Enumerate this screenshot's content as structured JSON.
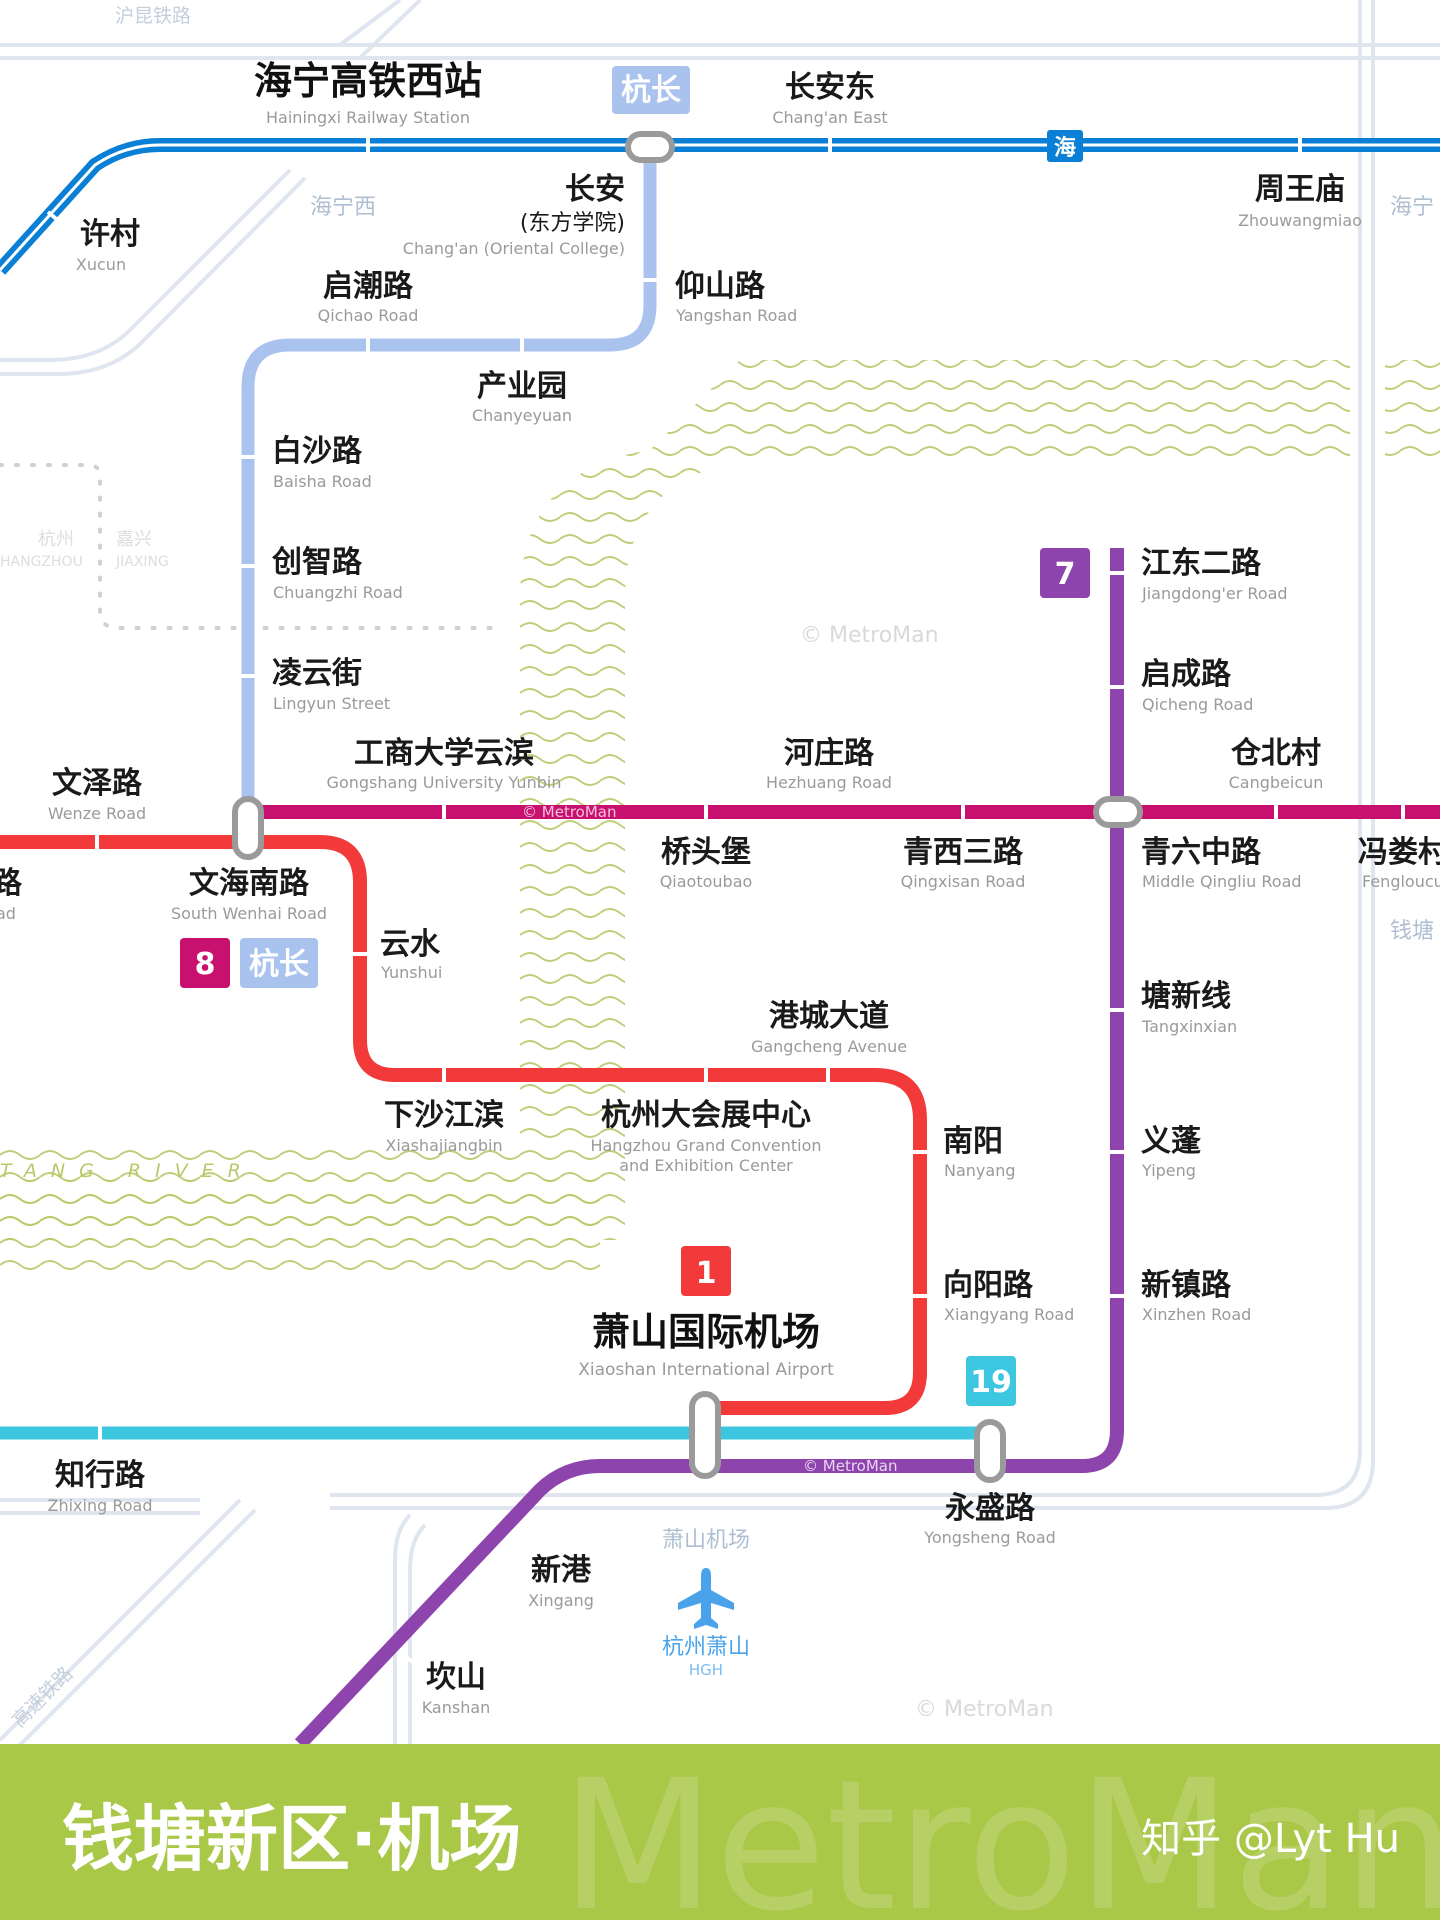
{
  "title": "钱塘新区·机场",
  "credit": "知乎 @Lyt Hu",
  "watermark": "© MetroMan",
  "footer_watermark": "MetroMan",
  "colors": {
    "line1": "#f23a3a",
    "line7": "#8e44ad",
    "line8": "#c8106e",
    "line19": "#3cc6e0",
    "hangchang": "#a9c3ee",
    "haining": "#0a7fd6",
    "rail": "#d8e2ee",
    "water": "#b9c96a",
    "footer": "#a9c848"
  },
  "rail_labels": {
    "huokun": "沪昆铁路",
    "haining_west": "海宁西",
    "hai_right": "海宁",
    "qiantang_right": "钱塘",
    "hangzhou_zh": "杭州",
    "hangzhou_en": "HANGZHOU",
    "jiaxing_zh": "嘉兴",
    "jiaxing_en": "JIAXING",
    "bottom_left_rail": "高速铁路"
  },
  "river_label": "TANG RIVER",
  "badges": {
    "hangchang_top": "杭长",
    "hai": "海",
    "line7": "7",
    "line8": "8",
    "hangchang_mid": "杭长",
    "line1": "1",
    "line19": "19"
  },
  "stations": {
    "hainingxi": {
      "zh": "海宁高铁西站",
      "en": "Hainingxi Railway Station"
    },
    "changandong": {
      "zh": "长安东",
      "en": "Chang'an East"
    },
    "zhouwangmiao": {
      "zh": "周王庙",
      "en": "Zhouwangmiao"
    },
    "xucun": {
      "zh": "许村",
      "en": "Xucun"
    },
    "changan": {
      "zh": "长安",
      "zh2": "(东方学院)",
      "en": "Chang'an (Oriental College)"
    },
    "qichao": {
      "zh": "启潮路",
      "en": "Qichao Road"
    },
    "yangshan": {
      "zh": "仰山路",
      "en": "Yangshan Road"
    },
    "chanyeyuan": {
      "zh": "产业园",
      "en": "Chanyeyuan"
    },
    "baisha": {
      "zh": "白沙路",
      "en": "Baisha Road"
    },
    "chuangzhi": {
      "zh": "创智路",
      "en": "Chuangzhi Road"
    },
    "lingyun": {
      "zh": "凌云街",
      "en": "Lingyun Street"
    },
    "gongshang": {
      "zh": "工商大学云滨",
      "en": "Gongshang University Yunbin"
    },
    "hezhuang": {
      "zh": "河庄路",
      "en": "Hezhuang Road"
    },
    "cangbeicun": {
      "zh": "仓北村",
      "en": "Cangbeicun"
    },
    "jiangdong2": {
      "zh": "江东二路",
      "en": "Jiangdong'er Road"
    },
    "qicheng": {
      "zh": "启成路",
      "en": "Qicheng Road"
    },
    "wenze": {
      "zh": "文泽路",
      "en": "Wenze Road"
    },
    "wenhainan": {
      "zh": "文海南路",
      "en": "South Wenhai Road"
    },
    "left_cut": {
      "zh": "路",
      "en": "ad"
    },
    "yunshui": {
      "zh": "云水",
      "en": "Yunshui"
    },
    "qiaotoubao": {
      "zh": "桥头堡",
      "en": "Qiaotoubao"
    },
    "qingxisan": {
      "zh": "青西三路",
      "en": "Qingxisan Road"
    },
    "qingliu": {
      "zh": "青六中路",
      "en": "Middle Qingliu Road"
    },
    "fengloucun": {
      "zh": "冯娄村",
      "en": "Fengloucun"
    },
    "gangcheng": {
      "zh": "港城大道",
      "en": "Gangcheng Avenue"
    },
    "tangxinxian": {
      "zh": "塘新线",
      "en": "Tangxinxian"
    },
    "xiasha": {
      "zh": "下沙江滨",
      "en": "Xiashajiangbin"
    },
    "huizhan": {
      "zh": "杭州大会展中心",
      "en": "Hangzhou Grand Convention",
      "en2": "and Exhibition Center"
    },
    "nanyang": {
      "zh": "南阳",
      "en": "Nanyang"
    },
    "yipeng": {
      "zh": "义蓬",
      "en": "Yipeng"
    },
    "xiangyang": {
      "zh": "向阳路",
      "en": "Xiangyang Road"
    },
    "xinzhen": {
      "zh": "新镇路",
      "en": "Xinzhen Road"
    },
    "airport": {
      "zh": "萧山国际机场",
      "en": "Xiaoshan International Airport"
    },
    "zhixing": {
      "zh": "知行路",
      "en": "Zhixing Road"
    },
    "yongsheng": {
      "zh": "永盛路",
      "en": "Yongsheng Road"
    },
    "xingang": {
      "zh": "新港",
      "en": "Xingang"
    },
    "kanshan": {
      "zh": "坎山",
      "en": "Kanshan"
    }
  },
  "airport_poi": {
    "zh_top": "萧山机场",
    "zh": "杭州萧山",
    "code": "HGH"
  }
}
